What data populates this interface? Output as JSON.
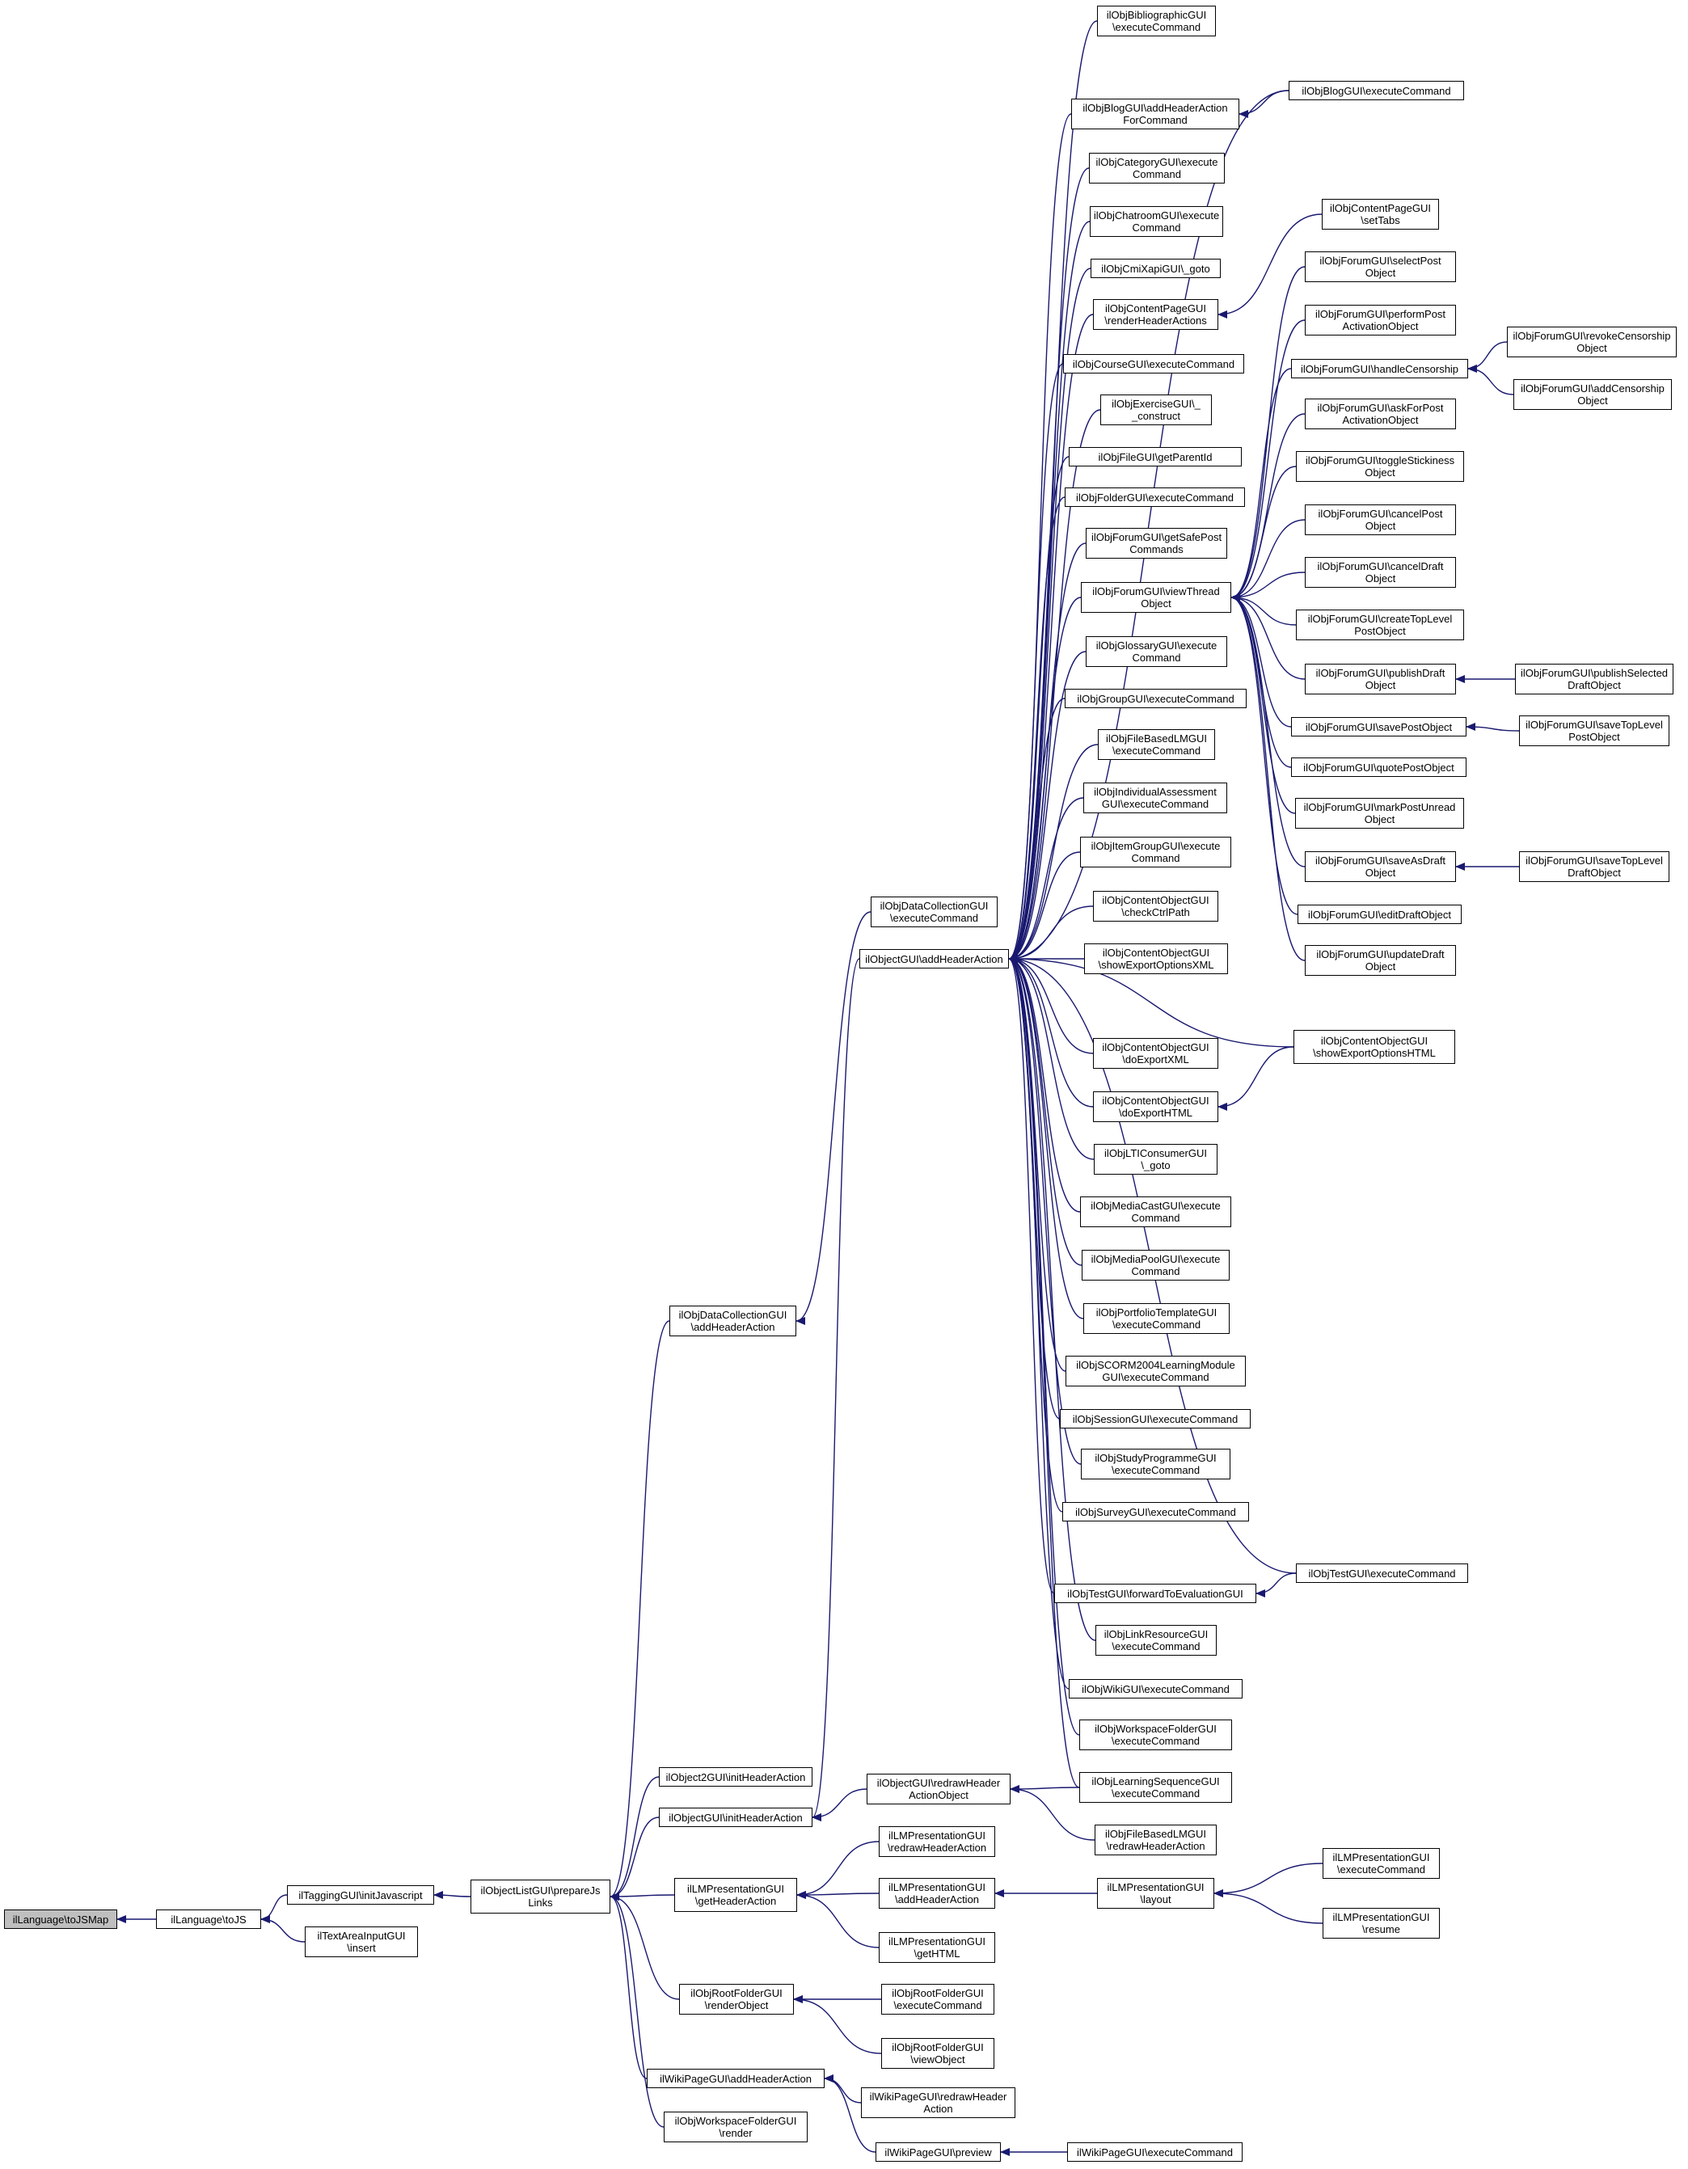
{
  "diagram": {
    "type": "call-graph",
    "edge_color": "#191970",
    "root_fill": "#bfbfbf",
    "nodes": [
      {
        "id": "tojsmap",
        "label": "ilLanguage\\toJSMap"
      },
      {
        "id": "tojs",
        "label": "ilLanguage\\toJS"
      },
      {
        "id": "tagging",
        "label": "ilTaggingGUI\\initJavascript"
      },
      {
        "id": "textarea",
        "label": "ilTextAreaInputGUI\n\\insert"
      },
      {
        "id": "prepjs",
        "label": "ilObjectListGUI\\prepareJs\nLinks"
      },
      {
        "id": "dcaha",
        "label": "ilObjDataCollectionGUI\n\\addHeaderAction"
      },
      {
        "id": "o2iha",
        "label": "ilObject2GUI\\initHeaderAction"
      },
      {
        "id": "oiha",
        "label": "ilObjectGUI\\initHeaderAction"
      },
      {
        "id": "lmpgha",
        "label": "ilLMPresentationGUI\n\\getHeaderAction"
      },
      {
        "id": "rfrender",
        "label": "ilObjRootFolderGUI\n\\renderObject"
      },
      {
        "id": "wpaha",
        "label": "ilWikiPageGUI\\addHeaderAction"
      },
      {
        "id": "wfrender",
        "label": "ilObjWorkspaceFolderGUI\n\\render"
      },
      {
        "id": "dcexec",
        "label": "ilObjDataCollectionGUI\n\\executeCommand"
      },
      {
        "id": "oaha",
        "label": "ilObjectGUI\\addHeaderAction"
      },
      {
        "id": "oredraw",
        "label": "ilObjectGUI\\redrawHeader\nActionObject"
      },
      {
        "id": "lmpredraw",
        "label": "ilLMPresentationGUI\n\\redrawHeaderAction"
      },
      {
        "id": "lmpaddha",
        "label": "ilLMPresentationGUI\n\\addHeaderAction"
      },
      {
        "id": "lmpgethtml",
        "label": "ilLMPresentationGUI\n\\getHTML"
      },
      {
        "id": "rfexec",
        "label": "ilObjRootFolderGUI\n\\executeCommand"
      },
      {
        "id": "rfview",
        "label": "ilObjRootFolderGUI\n\\viewObject"
      },
      {
        "id": "wpredraw",
        "label": "ilWikiPageGUI\\redrawHeader\nAction"
      },
      {
        "id": "wppreview",
        "label": "ilWikiPageGUI\\preview"
      },
      {
        "id": "bibexec",
        "label": "ilObjBibliographicGUI\n\\executeCommand"
      },
      {
        "id": "blogaha",
        "label": "ilObjBlogGUI\\addHeaderAction\nForCommand"
      },
      {
        "id": "catexec",
        "label": "ilObjCategoryGUI\\execute\nCommand"
      },
      {
        "id": "chatexec",
        "label": "ilObjChatroomGUI\\execute\nCommand"
      },
      {
        "id": "cmigoto",
        "label": "ilObjCmiXapiGUI\\_goto"
      },
      {
        "id": "cprender",
        "label": "ilObjContentPageGUI\n\\renderHeaderActions"
      },
      {
        "id": "crsexec",
        "label": "ilObjCourseGUI\\executeCommand"
      },
      {
        "id": "exconstruct",
        "label": "ilObjExerciseGUI\\_\n_construct"
      },
      {
        "id": "fileparent",
        "label": "ilObjFileGUI\\getParentId"
      },
      {
        "id": "fldexec",
        "label": "ilObjFolderGUI\\executeCommand"
      },
      {
        "id": "frmsafe",
        "label": "ilObjForumGUI\\getSafePost\nCommands"
      },
      {
        "id": "frmview",
        "label": "ilObjForumGUI\\viewThread\nObject"
      },
      {
        "id": "glexec",
        "label": "ilObjGlossaryGUI\\execute\nCommand"
      },
      {
        "id": "grpexec",
        "label": "ilObjGroupGUI\\executeCommand"
      },
      {
        "id": "fblmexec",
        "label": "ilObjFileBasedLMGUI\n\\executeCommand"
      },
      {
        "id": "iaexec",
        "label": "ilObjIndividualAssessment\nGUI\\executeCommand"
      },
      {
        "id": "itgexec",
        "label": "ilObjItemGroupGUI\\execute\nCommand"
      },
      {
        "id": "cochk",
        "label": "ilObjContentObjectGUI\n\\checkCtrlPath"
      },
      {
        "id": "coshowxml",
        "label": "ilObjContentObjectGUI\n\\showExportOptionsXML"
      },
      {
        "id": "coexpxml",
        "label": "ilObjContentObjectGUI\n\\doExportXML"
      },
      {
        "id": "coexphtml",
        "label": "ilObjContentObjectGUI\n\\doExportHTML"
      },
      {
        "id": "ltigoto",
        "label": "ilObjLTIConsumerGUI\n\\_goto"
      },
      {
        "id": "mcexec",
        "label": "ilObjMediaCastGUI\\execute\nCommand"
      },
      {
        "id": "mpexec",
        "label": "ilObjMediaPoolGUI\\execute\nCommand"
      },
      {
        "id": "ptexec",
        "label": "ilObjPortfolioTemplateGUI\n\\executeCommand"
      },
      {
        "id": "scormexec",
        "label": "ilObjSCORM2004LearningModule\nGUI\\executeCommand"
      },
      {
        "id": "sessexec",
        "label": "ilObjSessionGUI\\executeCommand"
      },
      {
        "id": "spexec",
        "label": "ilObjStudyProgrammeGUI\n\\executeCommand"
      },
      {
        "id": "svyexec",
        "label": "ilObjSurveyGUI\\executeCommand"
      },
      {
        "id": "tstfwd",
        "label": "ilObjTestGUI\\forwardToEvaluationGUI"
      },
      {
        "id": "lrexec",
        "label": "ilObjLinkResourceGUI\n\\executeCommand"
      },
      {
        "id": "wikiexec",
        "label": "ilObjWikiGUI\\executeCommand"
      },
      {
        "id": "wsfexec",
        "label": "ilObjWorkspaceFolderGUI\n\\executeCommand"
      },
      {
        "id": "lsexec",
        "label": "ilObjLearningSequenceGUI\n\\executeCommand"
      },
      {
        "id": "fblmredraw",
        "label": "ilObjFileBasedLMGUI\n\\redrawHeaderAction"
      },
      {
        "id": "lmplayout",
        "label": "ilLMPresentationGUI\n\\layout"
      },
      {
        "id": "wpexec",
        "label": "ilWikiPageGUI\\executeCommand"
      },
      {
        "id": "blogexec",
        "label": "ilObjBlogGUI\\executeCommand"
      },
      {
        "id": "cptabs",
        "label": "ilObjContentPageGUI\n\\setTabs"
      },
      {
        "id": "f_select",
        "label": "ilObjForumGUI\\selectPost\nObject"
      },
      {
        "id": "f_perform",
        "label": "ilObjForumGUI\\performPost\nActivationObject"
      },
      {
        "id": "f_censor",
        "label": "ilObjForumGUI\\handleCensorship"
      },
      {
        "id": "f_ask",
        "label": "ilObjForumGUI\\askForPost\nActivationObject"
      },
      {
        "id": "f_toggle",
        "label": "ilObjForumGUI\\toggleStickiness\nObject"
      },
      {
        "id": "f_cancelpost",
        "label": "ilObjForumGUI\\cancelPost\nObject"
      },
      {
        "id": "f_canceldraft",
        "label": "ilObjForumGUI\\cancelDraft\nObject"
      },
      {
        "id": "f_createtop",
        "label": "ilObjForumGUI\\createTopLevel\nPostObject"
      },
      {
        "id": "f_pubdraft",
        "label": "ilObjForumGUI\\publishDraft\nObject"
      },
      {
        "id": "f_savepost",
        "label": "ilObjForumGUI\\savePostObject"
      },
      {
        "id": "f_quote",
        "label": "ilObjForumGUI\\quotePostObject"
      },
      {
        "id": "f_markunread",
        "label": "ilObjForumGUI\\markPostUnread\nObject"
      },
      {
        "id": "f_saveasdraft",
        "label": "ilObjForumGUI\\saveAsDraft\nObject"
      },
      {
        "id": "f_editdraft",
        "label": "ilObjForumGUI\\editDraftObject"
      },
      {
        "id": "f_updatedraft",
        "label": "ilObjForumGUI\\updateDraft\nObject"
      },
      {
        "id": "coshowhtml",
        "label": "ilObjContentObjectGUI\n\\showExportOptionsHTML"
      },
      {
        "id": "tstexec",
        "label": "ilObjTestGUI\\executeCommand"
      },
      {
        "id": "lmpexec",
        "label": "ilLMPresentationGUI\n\\executeCommand"
      },
      {
        "id": "lmpresume",
        "label": "ilLMPresentationGUI\n\\resume"
      },
      {
        "id": "f_revoke",
        "label": "ilObjForumGUI\\revokeCensorship\nObject"
      },
      {
        "id": "f_addcensor",
        "label": "ilObjForumGUI\\addCensorship\nObject"
      },
      {
        "id": "f_pubsel",
        "label": "ilObjForumGUI\\publishSelected\nDraftObject"
      },
      {
        "id": "f_savetop",
        "label": "ilObjForumGUI\\saveTopLevel\nPostObject"
      },
      {
        "id": "f_savetopdraft",
        "label": "ilObjForumGUI\\saveTopLevel\nDraftObject"
      }
    ],
    "edges": [
      [
        "tojs",
        "tojsmap"
      ],
      [
        "tagging",
        "tojs"
      ],
      [
        "textarea",
        "tojs"
      ],
      [
        "prepjs",
        "tagging"
      ],
      [
        "dcaha",
        "prepjs"
      ],
      [
        "o2iha",
        "prepjs"
      ],
      [
        "oiha",
        "prepjs"
      ],
      [
        "lmpgha",
        "prepjs"
      ],
      [
        "rfrender",
        "prepjs"
      ],
      [
        "wpaha",
        "prepjs"
      ],
      [
        "wfrender",
        "prepjs"
      ],
      [
        "dcexec",
        "dcaha"
      ],
      [
        "oaha",
        "oiha"
      ],
      [
        "oredraw",
        "oiha"
      ],
      [
        "lmpredraw",
        "lmpgha"
      ],
      [
        "lmpaddha",
        "lmpgha"
      ],
      [
        "lmpgethtml",
        "lmpgha"
      ],
      [
        "rfexec",
        "rfrender"
      ],
      [
        "rfview",
        "rfrender"
      ],
      [
        "wpredraw",
        "wpaha"
      ],
      [
        "wppreview",
        "wpaha"
      ],
      [
        "bibexec",
        "oaha"
      ],
      [
        "blogaha",
        "oaha"
      ],
      [
        "blogexec",
        "oaha"
      ],
      [
        "catexec",
        "oaha"
      ],
      [
        "chatexec",
        "oaha"
      ],
      [
        "cmigoto",
        "oaha"
      ],
      [
        "cprender",
        "oaha"
      ],
      [
        "crsexec",
        "oaha"
      ],
      [
        "exconstruct",
        "oaha"
      ],
      [
        "fileparent",
        "oaha"
      ],
      [
        "fldexec",
        "oaha"
      ],
      [
        "frmsafe",
        "oaha"
      ],
      [
        "frmview",
        "oaha"
      ],
      [
        "glexec",
        "oaha"
      ],
      [
        "grpexec",
        "oaha"
      ],
      [
        "fblmexec",
        "oaha"
      ],
      [
        "iaexec",
        "oaha"
      ],
      [
        "itgexec",
        "oaha"
      ],
      [
        "cochk",
        "oaha"
      ],
      [
        "coshowxml",
        "oaha"
      ],
      [
        "coshowhtml",
        "oaha"
      ],
      [
        "coexpxml",
        "oaha"
      ],
      [
        "coexphtml",
        "oaha"
      ],
      [
        "ltigoto",
        "oaha"
      ],
      [
        "mcexec",
        "oaha"
      ],
      [
        "mpexec",
        "oaha"
      ],
      [
        "ptexec",
        "oaha"
      ],
      [
        "scormexec",
        "oaha"
      ],
      [
        "sessexec",
        "oaha"
      ],
      [
        "spexec",
        "oaha"
      ],
      [
        "svyexec",
        "oaha"
      ],
      [
        "tstfwd",
        "oaha"
      ],
      [
        "tstexec",
        "oaha"
      ],
      [
        "lrexec",
        "oaha"
      ],
      [
        "wikiexec",
        "oaha"
      ],
      [
        "wsfexec",
        "oaha"
      ],
      [
        "lsexec",
        "oaha"
      ],
      [
        "lsexec",
        "oredraw"
      ],
      [
        "fblmredraw",
        "oredraw"
      ],
      [
        "lmplayout",
        "lmpaddha"
      ],
      [
        "wpexec",
        "wppreview"
      ],
      [
        "blogexec",
        "blogaha"
      ],
      [
        "cptabs",
        "cprender"
      ],
      [
        "f_select",
        "frmview"
      ],
      [
        "f_perform",
        "frmview"
      ],
      [
        "f_censor",
        "frmview"
      ],
      [
        "f_ask",
        "frmview"
      ],
      [
        "f_toggle",
        "frmview"
      ],
      [
        "f_cancelpost",
        "frmview"
      ],
      [
        "f_canceldraft",
        "frmview"
      ],
      [
        "f_createtop",
        "frmview"
      ],
      [
        "f_pubdraft",
        "frmview"
      ],
      [
        "f_savepost",
        "frmview"
      ],
      [
        "f_quote",
        "frmview"
      ],
      [
        "f_markunread",
        "frmview"
      ],
      [
        "f_saveasdraft",
        "frmview"
      ],
      [
        "f_editdraft",
        "frmview"
      ],
      [
        "f_updatedraft",
        "frmview"
      ],
      [
        "coshowhtml",
        "coexphtml"
      ],
      [
        "tstexec",
        "tstfwd"
      ],
      [
        "lmpexec",
        "lmplayout"
      ],
      [
        "lmpresume",
        "lmplayout"
      ],
      [
        "f_revoke",
        "f_censor"
      ],
      [
        "f_addcensor",
        "f_censor"
      ],
      [
        "f_pubsel",
        "f_pubdraft"
      ],
      [
        "f_savetop",
        "f_savepost"
      ],
      [
        "f_savetopdraft",
        "f_saveasdraft"
      ]
    ]
  }
}
